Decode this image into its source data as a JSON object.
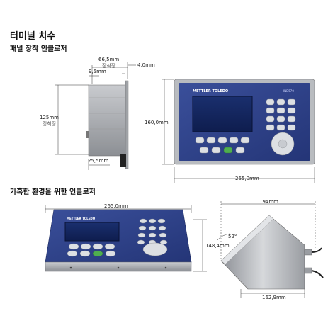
{
  "title": "터미널 치수",
  "panel_section": {
    "heading": "패널 장착 인클로저",
    "side_dims": {
      "depth_total": "66,5mm",
      "flange": "4,0mm",
      "offset": "9,5mm",
      "cutout_label_top": "장착장",
      "height_body": "125mm",
      "height_label": "장착장",
      "bottom": "25,5mm"
    },
    "front_dims": {
      "height": "160,0mm",
      "width": "265,0mm"
    },
    "brand": "METTLER TOLEDO",
    "model": "IND570"
  },
  "harsh_section": {
    "heading": "가혹한 환경을 위한 인클로저",
    "front_dims": {
      "width": "265,0mm",
      "height": "148,4mm"
    },
    "side_dims": {
      "top_width": "194mm",
      "angle": "52°",
      "bottom_width": "162,9mm"
    },
    "brand": "METTLER TOLEDO"
  }
}
